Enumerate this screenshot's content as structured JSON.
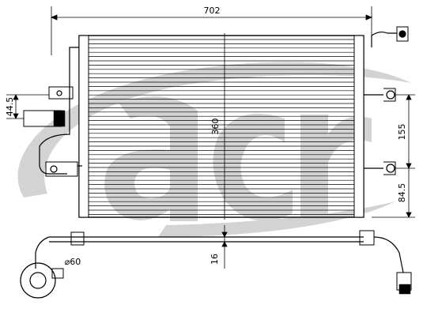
{
  "dimensions": {
    "overall_width": "702",
    "core_height": "360",
    "top_bracket_offset": "44.5",
    "right_mount_spacing": "155",
    "right_lower_offset": "84.5",
    "receiver_diameter": "⌀60",
    "pipe_offset": "16"
  },
  "colors": {
    "watermark": "#d3d3d3",
    "line": "#000000",
    "background": "#ffffff"
  },
  "watermark_text": "acr"
}
